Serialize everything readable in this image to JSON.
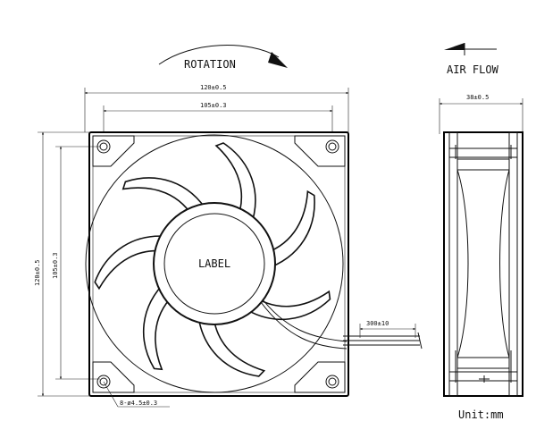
{
  "labels": {
    "rotation": "ROTATION",
    "air_flow": "AIR FLOW",
    "hub_label": "LABEL",
    "unit": "Unit:mm"
  },
  "dimensions": {
    "overall_width": "120±0.5",
    "hole_spacing_h": "105±0.3",
    "overall_height": "120±0.5",
    "hole_spacing_v": "105±0.3",
    "depth": "38±0.5",
    "lead_length": "300±10",
    "mount_holes": "8-ø4.5±0.3"
  }
}
